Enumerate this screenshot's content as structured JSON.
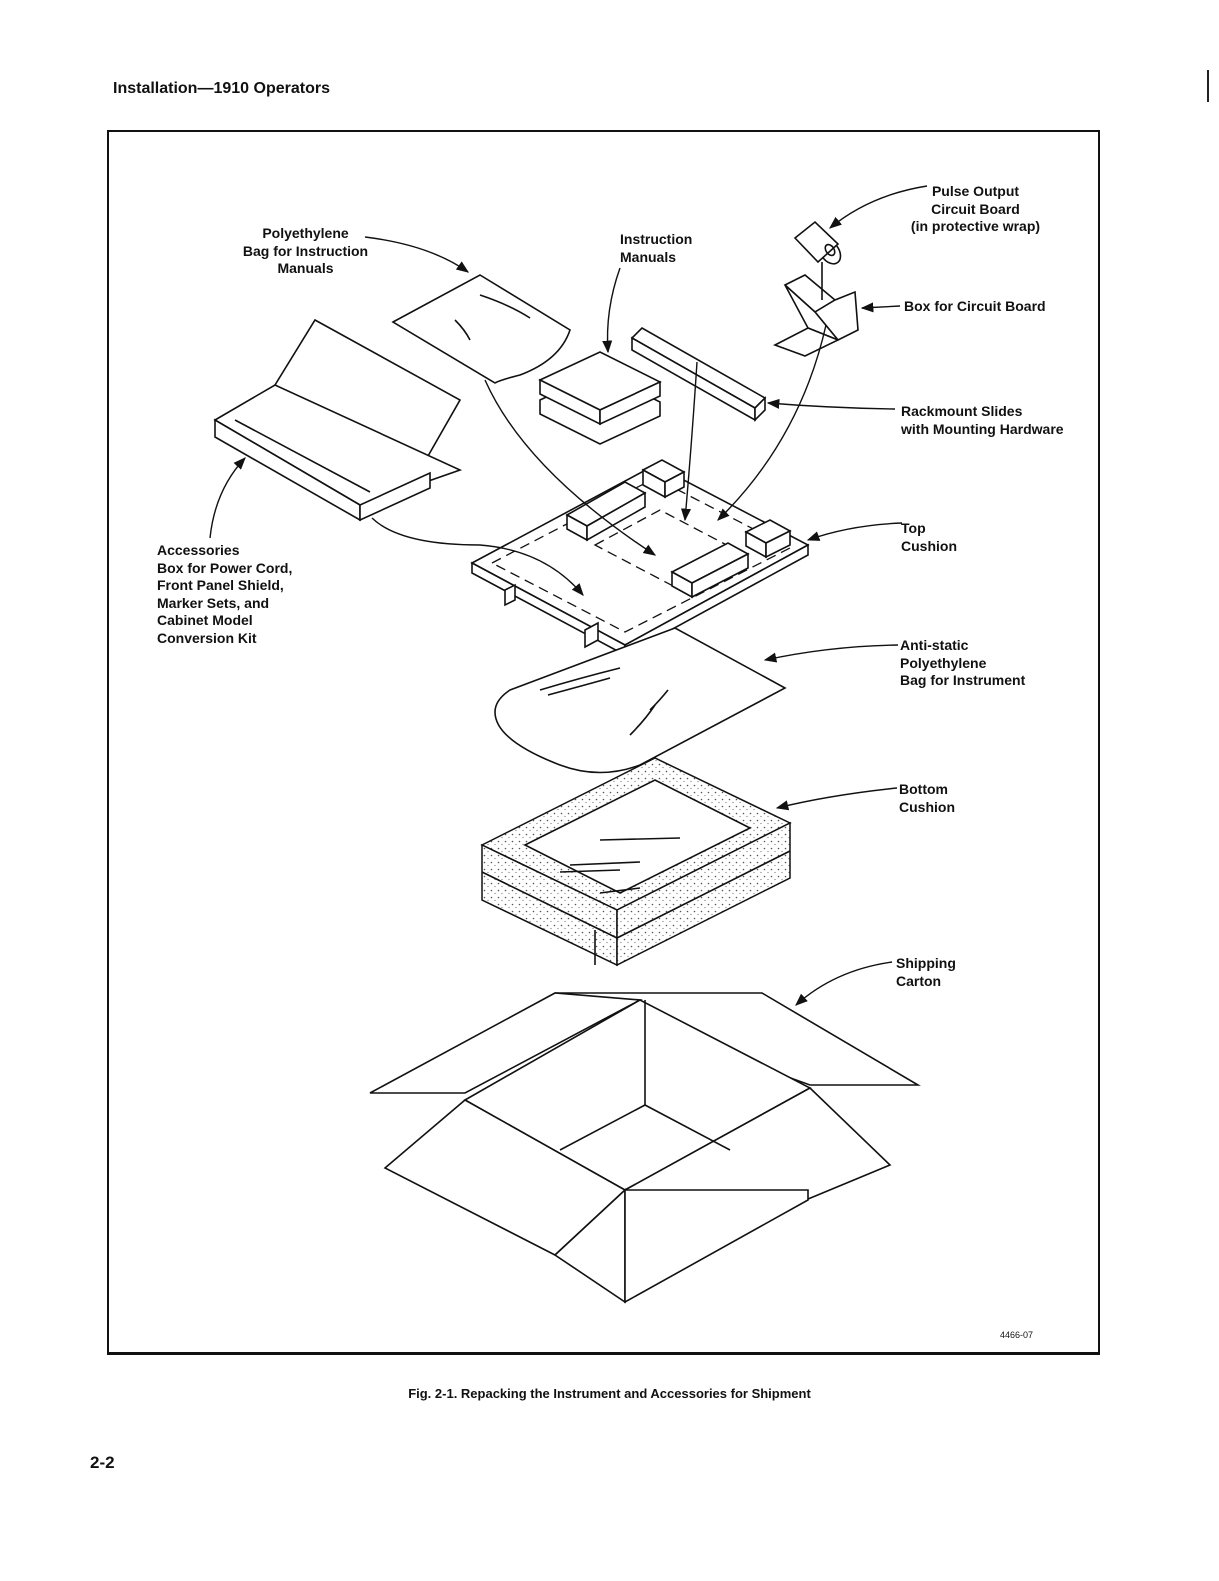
{
  "header": {
    "title": "Installation—1910 Operators"
  },
  "labels": {
    "polyethylene_bag_manuals": "Polyethylene\nBag for Instruction\nManuals",
    "instruction_manuals": "Instruction\nManuals",
    "pulse_output_board": "Pulse Output\nCircuit Board\n(in protective wrap)",
    "box_circuit_board": "Box for Circuit Board",
    "rackmount_slides": "Rackmount Slides\nwith Mounting Hardware",
    "top_cushion": "Top\nCushion",
    "accessories_box": "Accessories\nBox for Power Cord,\nFront Panel Shield,\nMarker Sets, and\nCabinet Model\nConversion Kit",
    "antistatic_bag": "Anti-static\nPolyethylene\nBag for Instrument",
    "bottom_cushion": "Bottom\nCushion",
    "shipping_carton": "Shipping\nCarton"
  },
  "figure": {
    "ref_number": "4466-07",
    "caption": "Fig. 2-1. Repacking the Instrument and Accessories for Shipment"
  },
  "footer": {
    "page_number": "2-2"
  }
}
